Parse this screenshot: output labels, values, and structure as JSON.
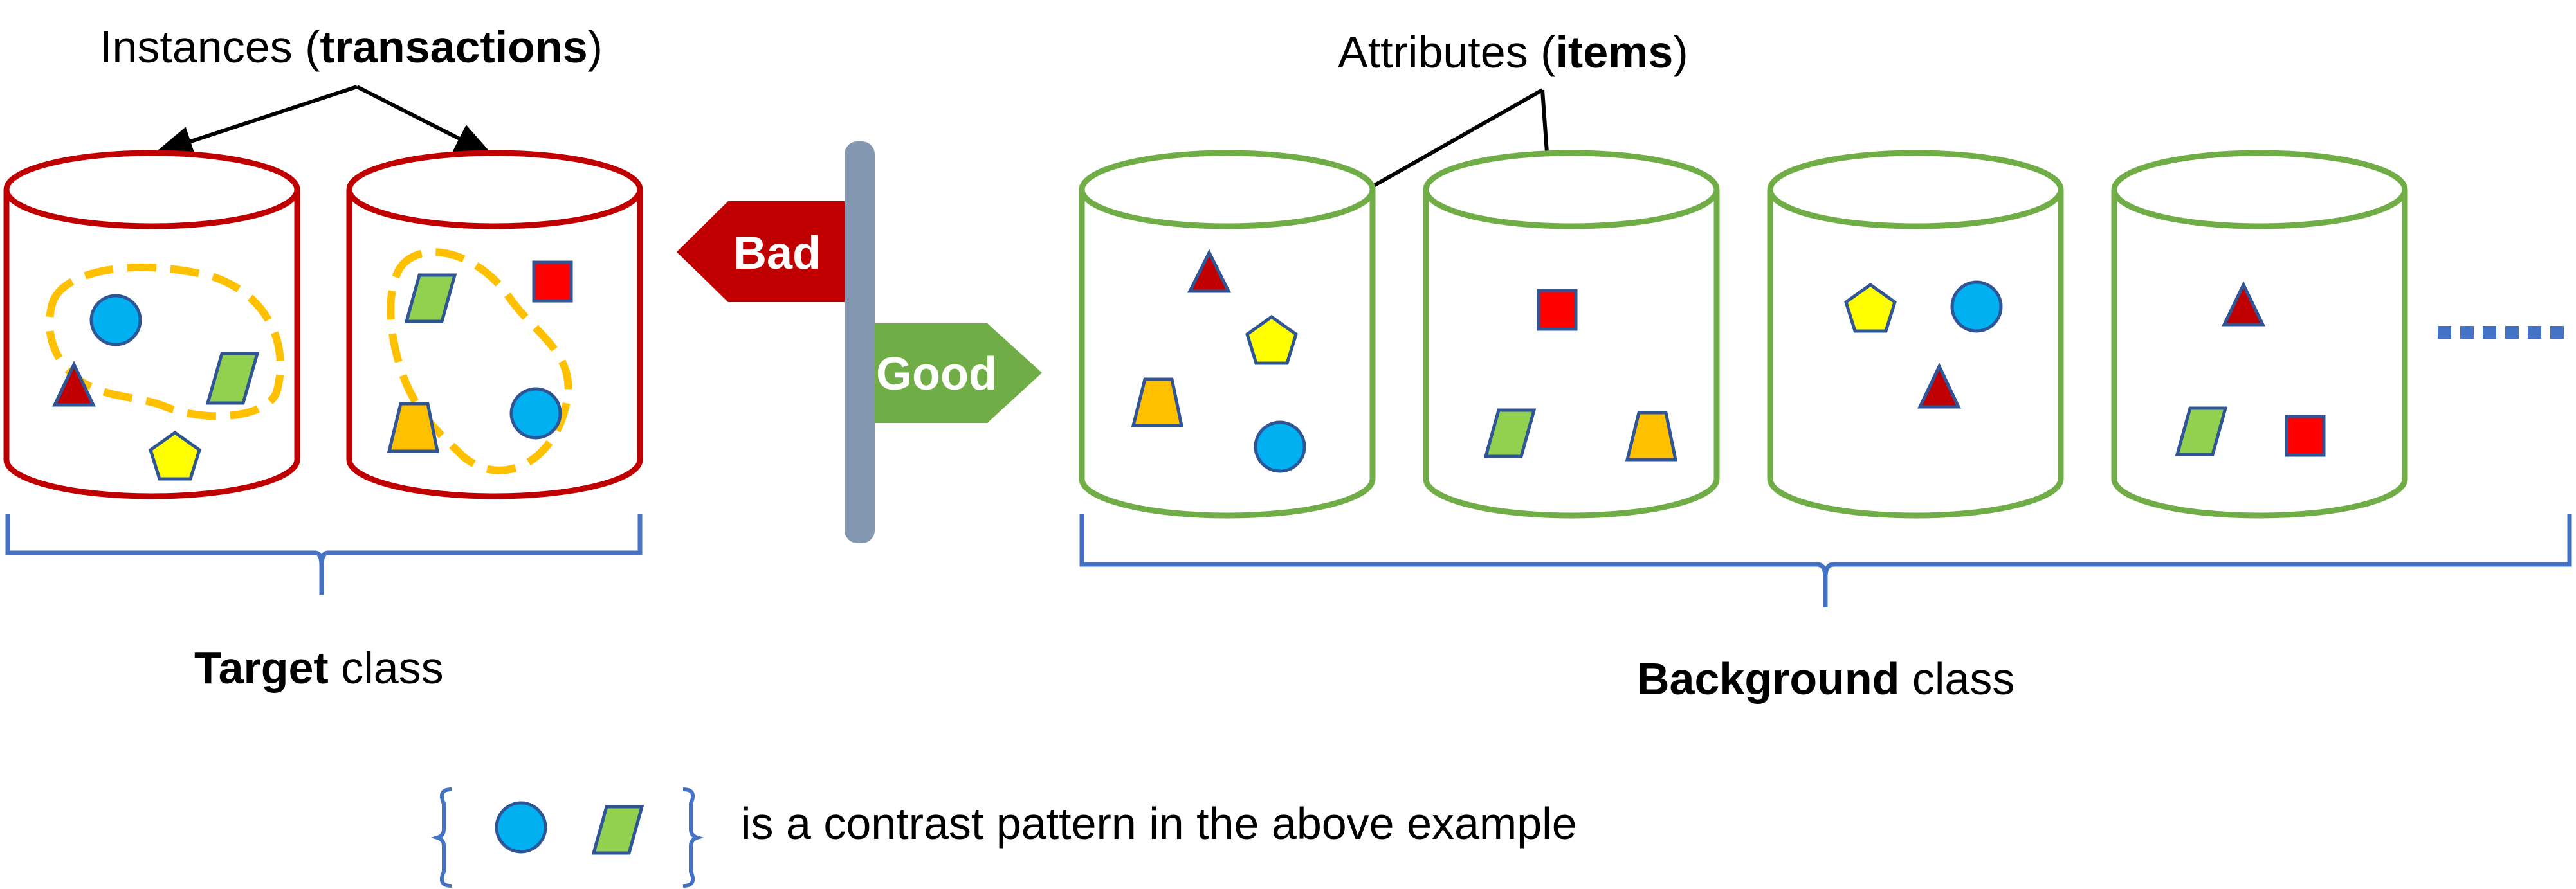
{
  "labels": {
    "instances_prefix": "Instances (",
    "instances_bold": "transactions",
    "instances_suffix": ")",
    "attributes_prefix": "Attributes (",
    "attributes_bold": "items",
    "attributes_suffix": ")",
    "target_bold": "Target",
    "target_rest": " class",
    "background_bold": "Background",
    "background_rest": " class",
    "sign_bad": "Bad",
    "sign_good": "Good",
    "legend_text": "is a contrast pattern in the above example"
  },
  "colors": {
    "target_cylinder": "#c00000",
    "background_cylinder": "#70ad47",
    "brace": "#4472c4",
    "pattern_outline": "#ffc000",
    "sign_post": "#8497b0",
    "sign_bad": "#c00000",
    "sign_good": "#70ad47",
    "circle": "#00b0f0",
    "parallelogram": "#92d050",
    "triangle": "#c00000",
    "square": "#ff0000",
    "pentagon": "#ffff00",
    "trapezoid": "#ffc000",
    "shape_stroke": "#2f5597"
  },
  "target_transactions": [
    {
      "items": [
        "circle",
        "triangle",
        "parallelogram",
        "pentagon"
      ]
    },
    {
      "items": [
        "parallelogram",
        "square",
        "trapezoid",
        "circle"
      ]
    }
  ],
  "background_transactions": [
    {
      "items": [
        "triangle",
        "pentagon",
        "trapezoid",
        "circle"
      ]
    },
    {
      "items": [
        "square",
        "parallelogram",
        "trapezoid"
      ]
    },
    {
      "items": [
        "pentagon",
        "circle",
        "triangle"
      ]
    },
    {
      "items": [
        "triangle",
        "parallelogram",
        "square"
      ]
    }
  ],
  "contrast_pattern": [
    "circle",
    "parallelogram"
  ]
}
